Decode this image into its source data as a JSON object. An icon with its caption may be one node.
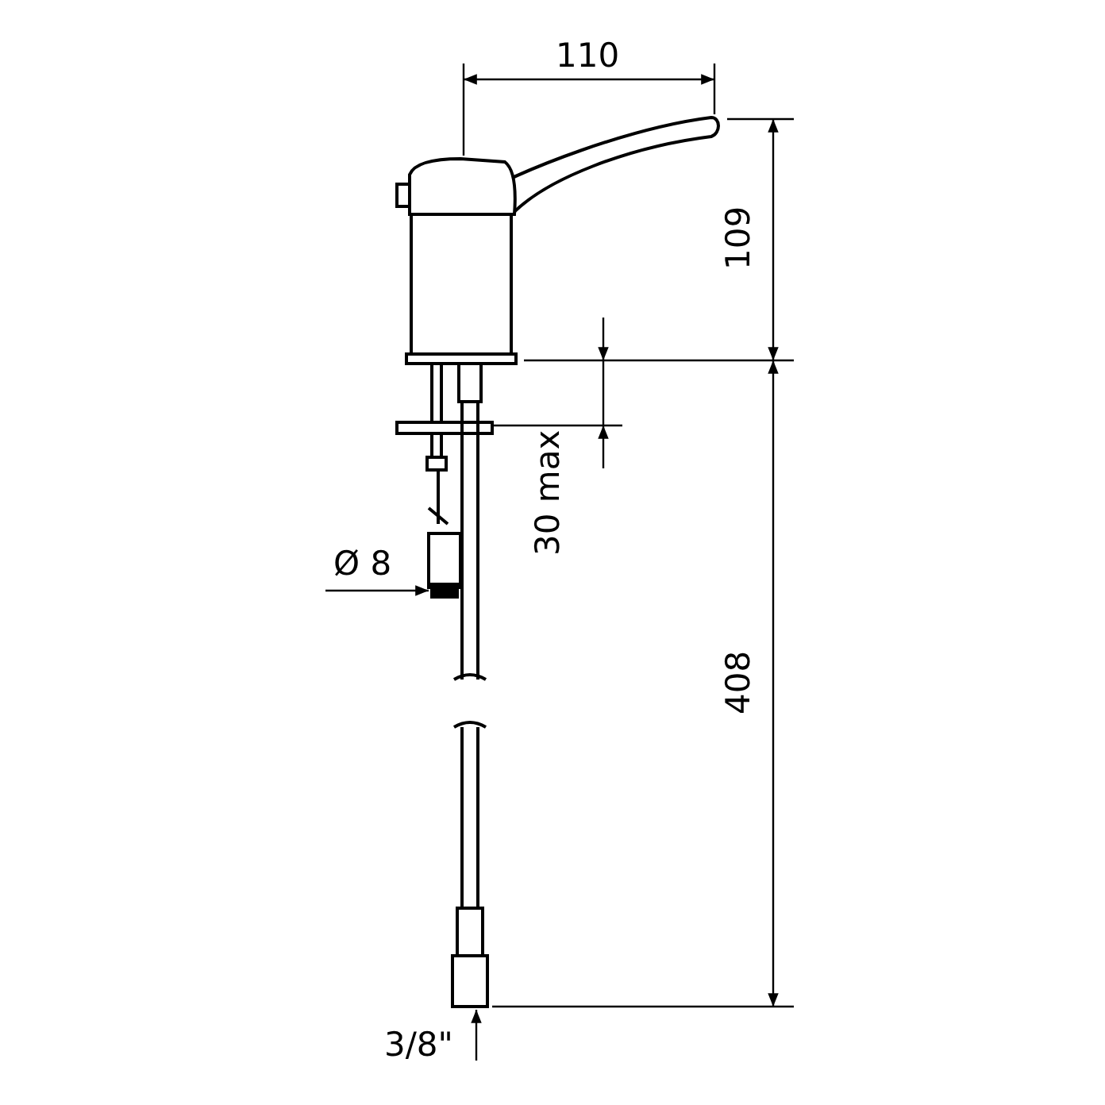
{
  "diagram": {
    "labels": [
      "110",
      "109",
      "30 max",
      "Ø 8",
      "408",
      "3/8\""
    ]
  }
}
